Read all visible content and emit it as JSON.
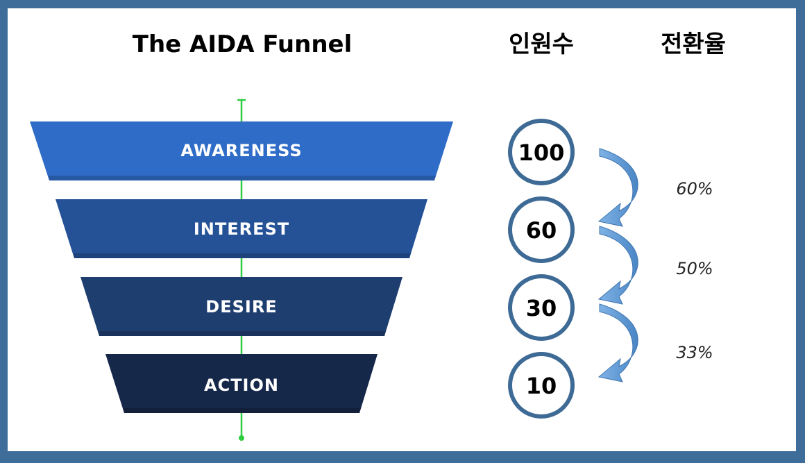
{
  "header": {
    "funnel_title": "The AIDA Funnel",
    "count_title": "인원수",
    "rate_title": "전환율"
  },
  "colors": {
    "border": "#3f6d9a",
    "stage_awareness": "#2f6cc7",
    "stage_interest": "#255196",
    "stage_desire": "#1f3e70",
    "stage_action": "#16284a",
    "axis_line": "#2ecc40",
    "circle_stroke": "#3e6a96",
    "arrow_fill": "#5b9bd5"
  },
  "stages": [
    {
      "label": "AWARENESS",
      "count": "100"
    },
    {
      "label": "INTEREST",
      "count": "60"
    },
    {
      "label": "DESIRE",
      "count": "30"
    },
    {
      "label": "ACTION",
      "count": "10"
    }
  ],
  "conversions": [
    {
      "rate": "60%"
    },
    {
      "rate": "50%"
    },
    {
      "rate": "33%"
    }
  ]
}
